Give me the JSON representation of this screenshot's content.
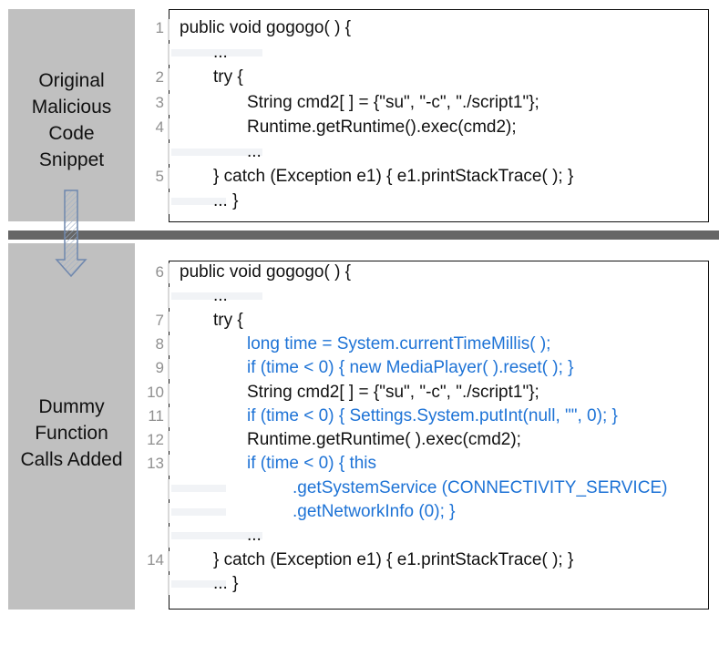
{
  "top_section": {
    "label_lines": [
      "Original",
      "Malicious",
      "Code",
      "Snippet"
    ],
    "code": [
      {
        "num": "1",
        "text": "public void gogogo( ) {",
        "indent": 0,
        "color": "black"
      },
      {
        "num": "",
        "text": "...",
        "indent": 1,
        "color": "black"
      },
      {
        "num": "2",
        "text": "try {",
        "indent": 1,
        "color": "black"
      },
      {
        "num": "3",
        "text": "String cmd2[ ] = {\"su\", \"-c\", \"./script1\"};",
        "indent": 2,
        "color": "black"
      },
      {
        "num": "4",
        "text": "Runtime.getRuntime().exec(cmd2);",
        "indent": 2,
        "color": "black"
      },
      {
        "num": "",
        "text": "...",
        "indent": 2,
        "color": "black"
      },
      {
        "num": "5",
        "text": "} catch (Exception e1) { e1.printStackTrace( ); }",
        "indent": 1,
        "color": "black"
      },
      {
        "num": "",
        "text": "... }",
        "indent": 1,
        "color": "black"
      }
    ]
  },
  "bottom_section": {
    "label_lines": [
      "Dummy",
      "Function",
      "Calls Added"
    ],
    "code": [
      {
        "num": "6",
        "text": "public void gogogo( ) {",
        "indent": 0,
        "color": "black"
      },
      {
        "num": "",
        "text": "...",
        "indent": 1,
        "color": "black"
      },
      {
        "num": "7",
        "text": "try {",
        "indent": 1,
        "color": "black"
      },
      {
        "num": "8",
        "text": "long time = System.currentTimeMillis( );",
        "indent": 2,
        "color": "blue"
      },
      {
        "num": "9",
        "text": "if (time < 0) { new MediaPlayer( ).reset( ); }",
        "indent": 2,
        "color": "blue"
      },
      {
        "num": "10",
        "text": "String cmd2[ ] = {\"su\", \"-c\", \"./script1\"};",
        "indent": 2,
        "color": "black"
      },
      {
        "num": "11",
        "text": "if (time < 0) { Settings.System.putInt(null, \"\", 0); }",
        "indent": 2,
        "color": "blue"
      },
      {
        "num": "12",
        "text": "Runtime.getRuntime( ).exec(cmd2);",
        "indent": 2,
        "color": "black"
      },
      {
        "num": "13",
        "text": "if (time < 0) { this",
        "indent": 2,
        "color": "blue"
      },
      {
        "num": "",
        "text": ".getSystemService (CONNECTIVITY_SERVICE)",
        "indent": 3,
        "color": "blue"
      },
      {
        "num": "",
        "text": ".getNetworkInfo (0); }",
        "indent": 3,
        "color": "blue"
      },
      {
        "num": "",
        "text": "...",
        "indent": 2,
        "color": "black"
      },
      {
        "num": "14",
        "text": "} catch (Exception e1) { e1.printStackTrace( ); }",
        "indent": 1,
        "color": "black"
      },
      {
        "num": "",
        "text": "... }",
        "indent": 1,
        "color": "black"
      }
    ]
  },
  "colors": {
    "panel_gray": "#c0c0c0",
    "separator_gray": "#666666",
    "added_code_blue": "#1e73d6",
    "line_number_gray": "#909090"
  },
  "icons": {
    "transition_arrow": "hollow-down-arrow-icon"
  }
}
